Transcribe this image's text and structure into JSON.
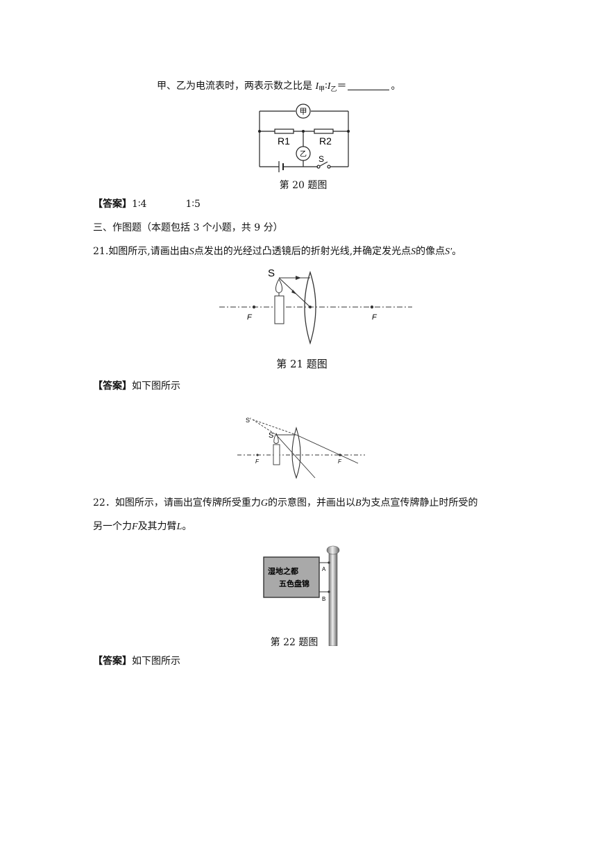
{
  "q20": {
    "line_prefix": "甲、乙为电流表时，两表示数之比是",
    "I_symbol": "I",
    "sub_jia": "甲",
    "ratio_sep": "∶",
    "sub_yi": "乙",
    "equals": "＝",
    "end_punct": "。",
    "figure": {
      "meter_jia": "甲",
      "meter_yi": "乙",
      "r1": "R1",
      "r2": "R2",
      "switch": "S"
    },
    "caption": "第 20 题图",
    "answer_tag": "【答案】",
    "answer_1": "1∶4",
    "answer_2": "1∶5"
  },
  "section3": {
    "heading": "三、作图题（本题包括 3 个小题，共 9 分）"
  },
  "q21": {
    "text": "21.如图所示,请画出由",
    "s1": "S",
    "text2": "点发出的光经过凸透镜后的折射光线,并确定发光点",
    "s2": "S",
    "text3": "的像点",
    "s3": "S′",
    "text4": "。",
    "figure": {
      "source": "S",
      "focus_left": "F",
      "focus_right": "F"
    },
    "caption": "第 21 题图",
    "answer_tag": "【答案】",
    "answer_text": "如下图所示",
    "answer_figure": {
      "image": "S′",
      "source": "S",
      "focus_left": "F",
      "focus_right": "F"
    }
  },
  "q22": {
    "line1_a": "22．如图所示，请画出宣传牌所受重力",
    "g": "G",
    "line1_b": "的示意图，并画出以",
    "b": "B",
    "line1_c": "为支点宣传牌静止时所受的",
    "line2_a": "另一个力",
    "f": "F",
    "line2_b": "及其力臂",
    "l": "L",
    "line2_c": "。",
    "figure": {
      "sign_line1": "湿地之都",
      "sign_line2": "五色盘锦",
      "point_a": "A",
      "point_b": "B"
    },
    "caption": "第 22 题图",
    "answer_tag": "【答案】",
    "answer_text": "如下图所示"
  }
}
